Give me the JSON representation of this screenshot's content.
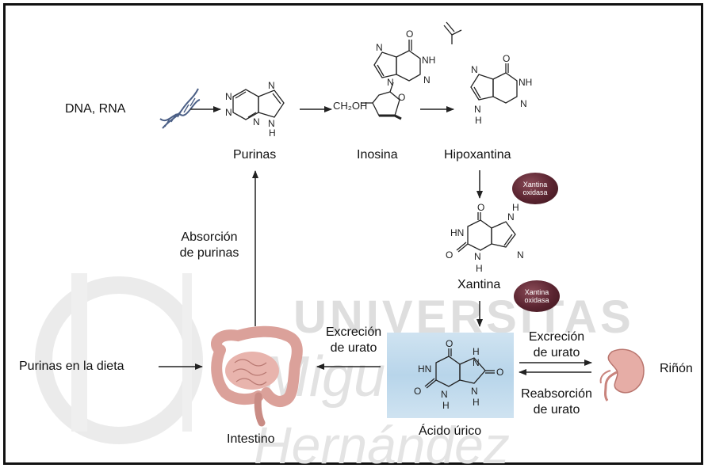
{
  "labels": {
    "dna_rna": "DNA, RNA",
    "purinas": "Purinas",
    "inosina": "Inosina",
    "hipoxantina": "Hipoxantina",
    "xantina": "Xantina",
    "acido_urico": "Ácido úrico",
    "absorcion_line1": "Absorción",
    "absorcion_line2": "de purinas",
    "excrecion_left_line1": "Excreción",
    "excrecion_left_line2": "de urato",
    "excrecion_right_line1": "Excreción",
    "excrecion_right_line2": "de urato",
    "reabsorcion_line1": "Reabsorción",
    "reabsorcion_line2": "de urato",
    "purinas_dieta": "Purinas en la dieta",
    "intestino": "Intestino",
    "rinon": "Riñón"
  },
  "enzyme": {
    "name_line1": "Xantina",
    "name_line2": "oxidasa",
    "color": "#5a2430"
  },
  "chem": {
    "ch2oh": "CH₂OH",
    "atoms": {
      "N": "N",
      "NH": "NH",
      "H": "H",
      "O": "O",
      "HN": "HN"
    }
  },
  "watermark": {
    "line1": "UNIVERSITAS",
    "line2": "Miguel",
    "line3": "Hernández",
    "color": "#d8d8d8"
  },
  "colors": {
    "text": "#111111",
    "uric_box": "#c4dcee",
    "organ": "#e3aaa4",
    "dna": "#4b5f86"
  }
}
